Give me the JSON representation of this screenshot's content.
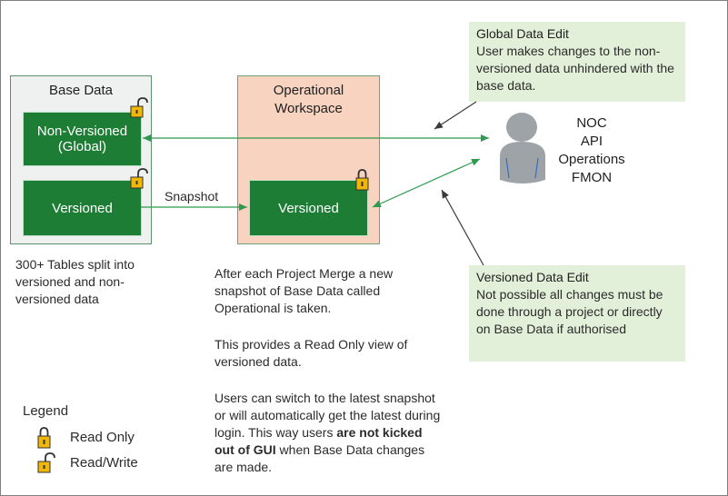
{
  "base_data": {
    "title": "Base Data",
    "non_versioned_label": "Non-Versioned",
    "non_versioned_sub": "(Global)",
    "versioned_label": "Versioned",
    "caption": "300+ Tables split into versioned and non-versioned data"
  },
  "operational": {
    "title_line1": "Operational",
    "title_line2": "Workspace",
    "versioned_label": "Versioned"
  },
  "snapshot_label": "Snapshot",
  "actor": {
    "lines": [
      "NOC",
      "API",
      "Operations",
      "FMON"
    ],
    "icon": "user-icon"
  },
  "global_edit": {
    "heading": "Global Data Edit",
    "body": "User makes changes to the non-versioned data unhindered with the base data."
  },
  "versioned_edit": {
    "heading": "Versioned Data Edit",
    "body": "Not possible all changes must be done through a project or directly on Base Data if authorised"
  },
  "description": {
    "para1": "After each Project Merge a new snapshot of Base Data called Operational is taken.",
    "para2": "This provides a Read Only view of versioned data.",
    "para3_a": "Users can switch to the latest snapshot or will automatically get the latest during login. This way users ",
    "para3_bold": "are not kicked out of GUI",
    "para3_b": " when Base Data changes are made."
  },
  "legend": {
    "title": "Legend",
    "read_only": "Read Only",
    "read_write": "Read/Write",
    "read_only_icon": "lock-closed-icon",
    "read_write_icon": "lock-open-icon"
  },
  "colors": {
    "green_box": "#1e7d34",
    "arrow_green": "#2e9a4e",
    "note_bg": "#e2efd9",
    "ops_bg": "#f8d3bf",
    "lock": "#f2b705"
  }
}
